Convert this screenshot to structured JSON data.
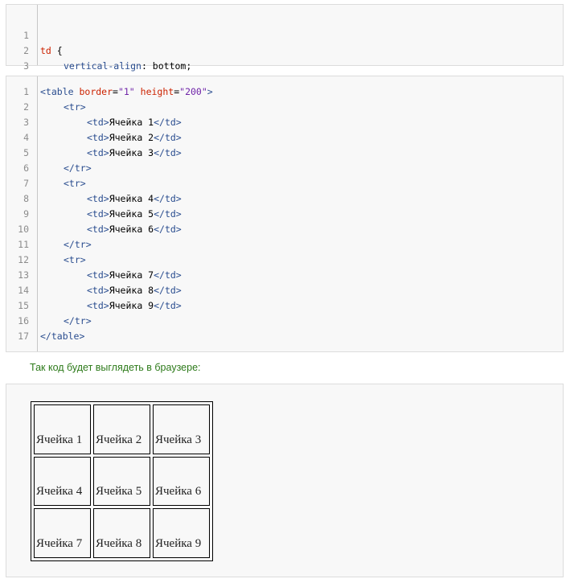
{
  "css_snippet": {
    "line_numbers": [
      "1",
      "2",
      "3"
    ],
    "selector": "td",
    "open_brace": " {",
    "property": "vertical-align",
    "colon": ":",
    "value": " bottom;",
    "close_brace": "}"
  },
  "html_snippet": {
    "line_numbers": [
      "1",
      "2",
      "3",
      "4",
      "5",
      "6",
      "7",
      "8",
      "9",
      "10",
      "11",
      "12",
      "13",
      "14",
      "15",
      "16",
      "17"
    ],
    "table_open_tag": "<table",
    "attr_border": "border",
    "attr_border_value": "\"1\"",
    "attr_height": "height",
    "attr_height_value": "\"200\"",
    "table_open_end": ">",
    "eq": "=",
    "tr_open": "<tr>",
    "tr_close": "</tr>",
    "td_open": "<td>",
    "td_close": "</td>",
    "table_close": "</table>",
    "cells": [
      "Ячейка 1",
      "Ячейка 2",
      "Ячейка 3",
      "Ячейка 4",
      "Ячейка 5",
      "Ячейка 6",
      "Ячейка 7",
      "Ячейка 8",
      "Ячейка 9"
    ]
  },
  "note_text": "Так код будет выглядеть в браузере:",
  "rendered_table": {
    "rows": [
      [
        "Ячейка 1",
        "Ячейка 2",
        "Ячейка 3"
      ],
      [
        "Ячейка 4",
        "Ячейка 5",
        "Ячейка 6"
      ],
      [
        "Ячейка 7",
        "Ячейка 8",
        "Ячейка 9"
      ]
    ]
  },
  "colors": {
    "keyword": "#cc2200",
    "tag": "#2a4d8f",
    "string": "#6f24a8",
    "note": "#2d7a1a"
  }
}
